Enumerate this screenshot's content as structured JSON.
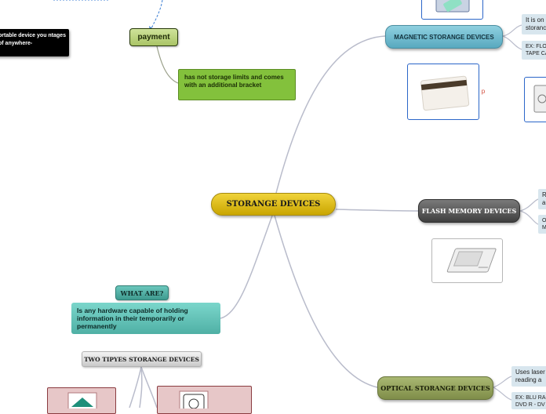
{
  "central": {
    "label": "STORANGE DEVICES"
  },
  "magnetic": {
    "label": "MAGNETIC STORANGE DEVICES",
    "desc": "It is on storanc",
    "example": "EX: FLO TAPE CA",
    "icon_name": "usb-stick-icon",
    "card_icon": "magnetic-stripe-card-icon",
    "floppy_icon": "floppy-disk-icon",
    "marker": "p"
  },
  "flash": {
    "label": "FLASH MEMORY DEVICES",
    "desc": "R a",
    "example": "O M",
    "icon_name": "sd-card-icon"
  },
  "optical": {
    "label": "OPTICAL STORANGE DEVICES",
    "desc": "Uses laser reading a",
    "example": "EX: BLU RA DVD R - DV"
  },
  "whatare": {
    "label": "WHAT ARE?",
    "desc": "Is any hardware capable of holding information in their temporarily or permanently"
  },
  "twotypes": {
    "label": "TWO TIPYES STORANGE DEVICES"
  },
  "payment": {
    "label": "payment",
    "desc": "has not storage limits and comes with an additional bracket"
  },
  "portable": {
    "text": "ortable device you ntages of anywhere-"
  },
  "colors": {
    "central": "#d8b71a",
    "magnetic": "#6fbcd0",
    "flash": "#5a5a5a",
    "optical": "#93a25c",
    "whatare": "#4fb0a5",
    "payment": "#b9d27c",
    "payment_desc": "#83c13c",
    "connector": "#b8b8c8"
  }
}
